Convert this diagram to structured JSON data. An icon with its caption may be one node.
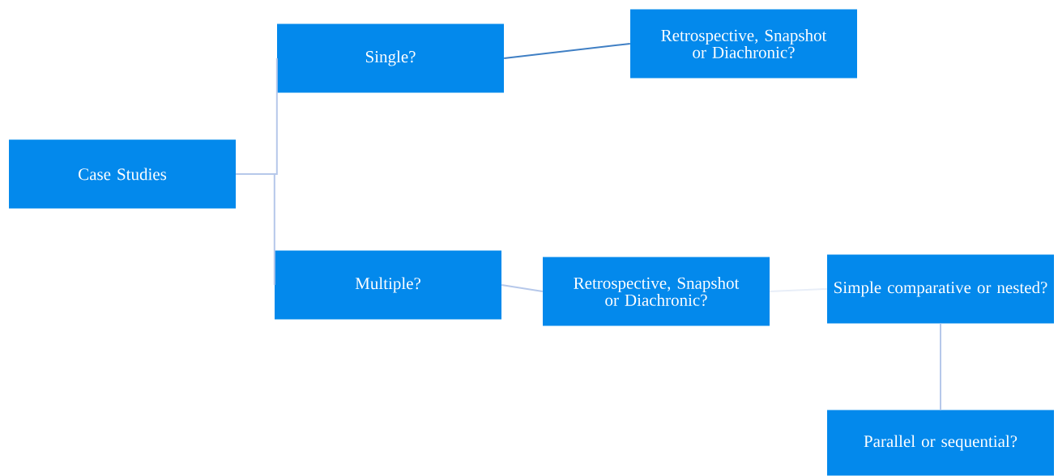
{
  "diagram": {
    "nodes": [
      {
        "text": [
          "Case Studies"
        ]
      },
      {
        "text": [
          "Single?"
        ]
      },
      {
        "text": [
          "Retrospective, Snapshot or Diachronic?"
        ]
      },
      {
        "text": [
          "Multiple?"
        ]
      },
      {
        "text": [
          "Retrospective, Snapshot or Diachronic?"
        ]
      },
      {
        "text": [
          "Simple comparative or nested?"
        ]
      },
      {
        "text": [
          "Parallel or sequential?"
        ]
      }
    ],
    "edges": [
      {
        "from": 0,
        "to": 1,
        "arrow": "none"
      },
      {
        "from": 0,
        "to": 3,
        "arrow": "none"
      },
      {
        "from": 1,
        "to": 2,
        "arrow": "none",
        "color": "#3f7fc4"
      },
      {
        "from": 3,
        "to": 4,
        "arrow": "none"
      },
      {
        "from": 4,
        "to": 5,
        "arrow": "none",
        "color": "#e8eef8"
      },
      {
        "from": 5,
        "to": 6,
        "arrow": "none"
      }
    ]
  }
}
